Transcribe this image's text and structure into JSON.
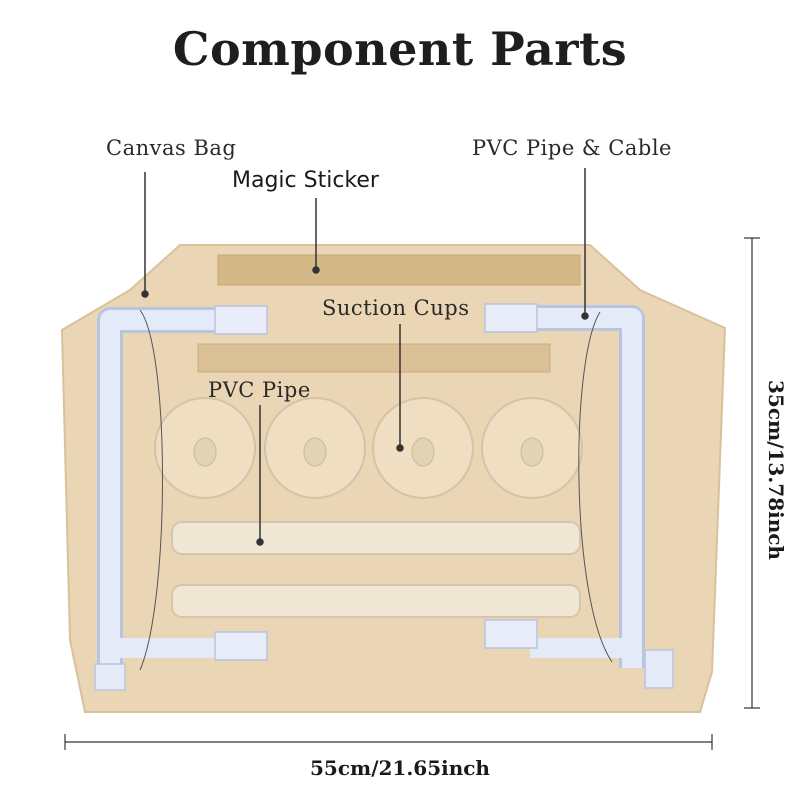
{
  "title": "Component Parts",
  "labels": {
    "canvas_bag": "Canvas Bag",
    "magic_sticker": "Magic Sticker",
    "pvc_pipe_cable": "PVC Pipe & Cable",
    "suction_cups": "Suction Cups",
    "pvc_pipe": "PVC Pipe"
  },
  "dimensions": {
    "width": "55cm/21.65inch",
    "height": "35cm/13.78inch"
  },
  "colors": {
    "canvas": "#ead6b4",
    "sticker": "#d6bb8c",
    "pipe_frame": "#dfe6f5",
    "pipe_rod": "#efe6d2"
  }
}
